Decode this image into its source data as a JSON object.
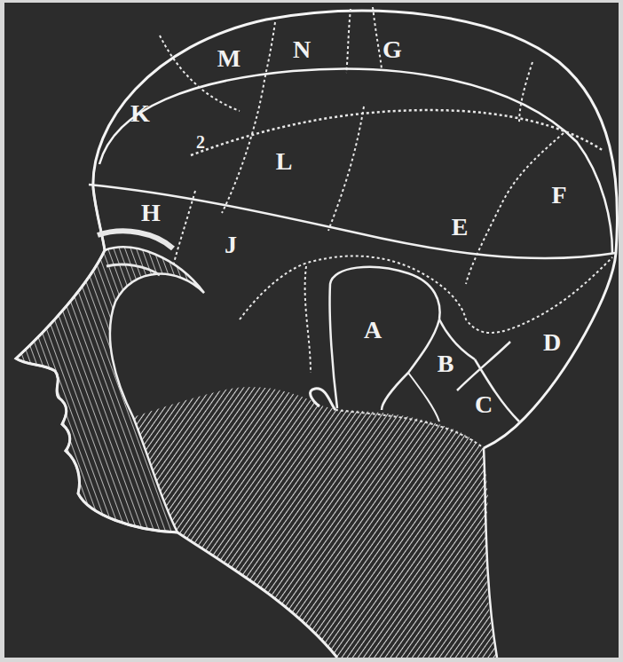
{
  "diagram": {
    "labels": [
      "M",
      "N",
      "G",
      "K",
      "2",
      "L",
      "H",
      "J",
      "E",
      "F",
      "A",
      "B",
      "D",
      "C"
    ]
  }
}
